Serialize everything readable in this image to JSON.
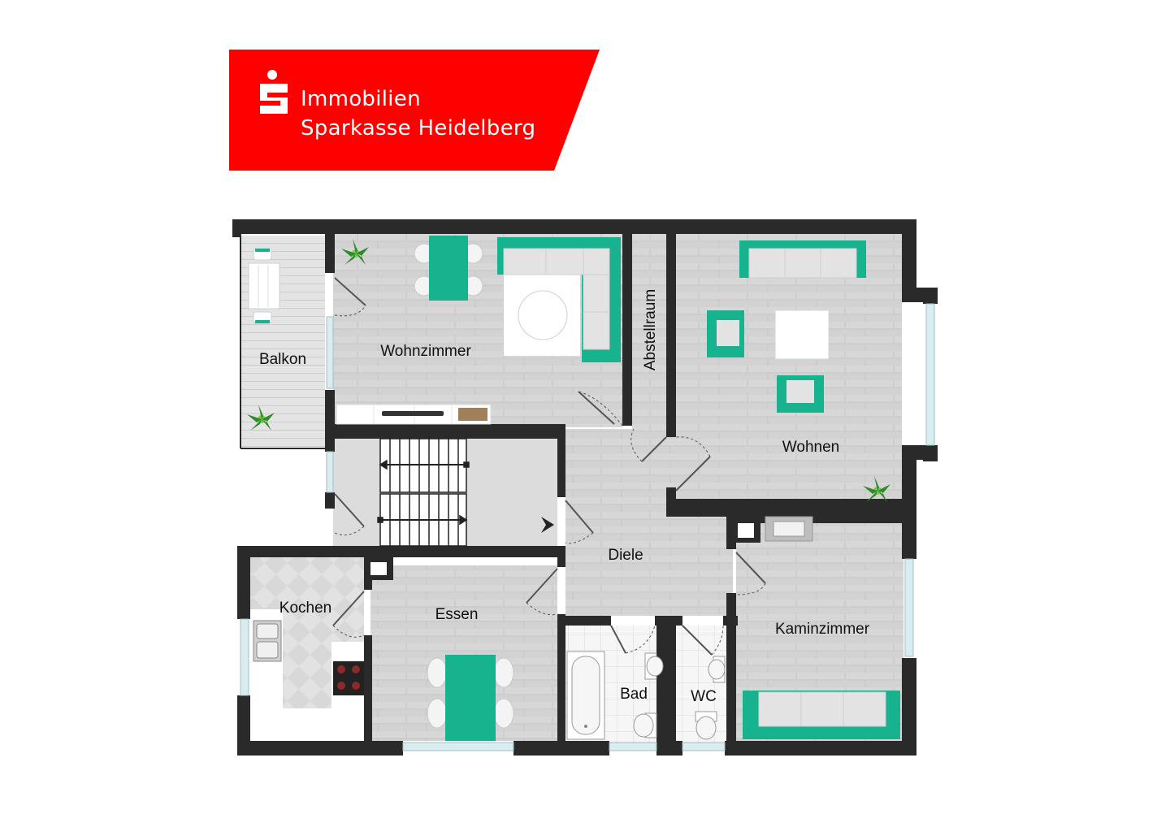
{
  "brand": {
    "line1": "Immobilien",
    "line2": "Sparkasse Heidelberg",
    "logo_icon": "sparkasse-s-icon",
    "color": "#ff0000"
  },
  "rooms": {
    "balkon": "Balkon",
    "wohnzimmer": "Wohnzimmer",
    "abstellraum": "Abstellraum",
    "wohnen": "Wohnen",
    "diele": "Diele",
    "kochen": "Kochen",
    "essen": "Essen",
    "bad": "Bad",
    "wc": "WC",
    "kaminzimmer": "Kaminzimmer"
  },
  "colors": {
    "wall": "#2a2a2a",
    "floor": "#d4d4d4",
    "furniture_accent": "#17b38f",
    "furniture_light": "#e3e3e3",
    "window": "#cfe4ea"
  }
}
